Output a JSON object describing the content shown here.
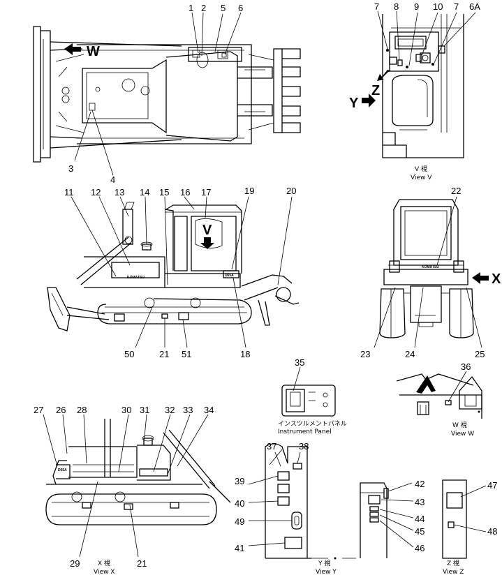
{
  "callouts": {
    "n1": "1",
    "n2": "2",
    "n3": "3",
    "n4": "4",
    "n5": "5",
    "n6": "6",
    "n6a": "6A",
    "n7a": "7",
    "n7b": "7",
    "n8": "8",
    "n9": "9",
    "n10": "10",
    "n11": "11",
    "n12": "12",
    "n13": "13",
    "n14": "14",
    "n15": "15",
    "n16": "16",
    "n17": "17",
    "n18": "18",
    "n19": "19",
    "n20": "20",
    "n21a": "21",
    "n21b": "21",
    "n22": "22",
    "n23": "23",
    "n24": "24",
    "n25": "25",
    "n26": "26",
    "n27": "27",
    "n28": "28",
    "n29": "29",
    "n30": "30",
    "n31": "31",
    "n32": "32",
    "n33": "33",
    "n34": "34",
    "n35": "35",
    "n36": "36",
    "n37": "37",
    "n38": "38",
    "n39": "39",
    "n40": "40",
    "n41": "41",
    "n42": "42",
    "n43": "43",
    "n44": "44",
    "n45": "45",
    "n46": "46",
    "n47": "47",
    "n48": "48",
    "n49": "49",
    "n50": "50",
    "n51": "51"
  },
  "view_markers": {
    "w": "W",
    "v": "V",
    "x": "X",
    "y": "Y",
    "z": "Z"
  },
  "captions": {
    "view_v_jp": "V 視",
    "view_v": "View V",
    "view_w_jp": "W 視",
    "view_w": "View W",
    "view_x_jp": "X 視",
    "view_x": "View X",
    "view_y_jp": "Y 視",
    "view_y": "View Y",
    "view_z_jp": "Z 視",
    "view_z": "View Z",
    "panel_jp": "インスツルメントパネル",
    "panel": "Instrument Panel"
  },
  "decal_text": {
    "brand_side": "KOMATSU",
    "brand_rear": "KOMATSU",
    "model_side": "D65A",
    "model_x": "D65A"
  }
}
